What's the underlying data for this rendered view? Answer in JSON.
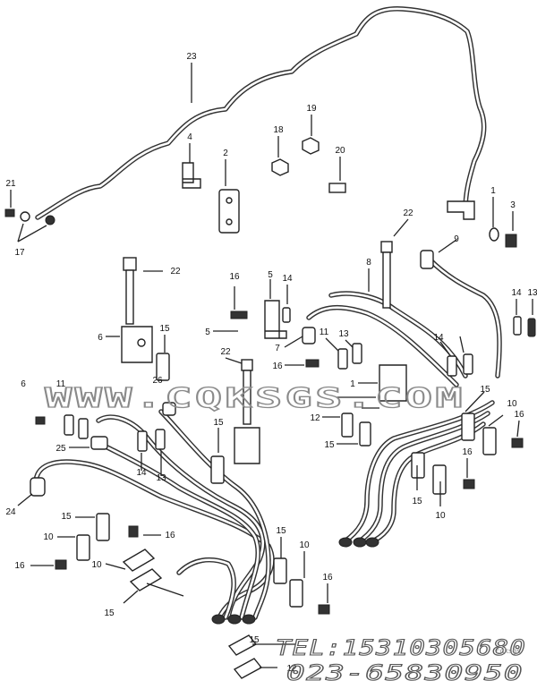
{
  "diagram": {
    "callouts": [
      {
        "id": "c21",
        "label": "21"
      },
      {
        "id": "c17",
        "label": "17"
      },
      {
        "id": "c23",
        "label": "23"
      },
      {
        "id": "c4",
        "label": "4"
      },
      {
        "id": "c2",
        "label": "2"
      },
      {
        "id": "c18",
        "label": "18"
      },
      {
        "id": "c19",
        "label": "19"
      },
      {
        "id": "c20",
        "label": "20"
      },
      {
        "id": "c1a",
        "label": "1"
      },
      {
        "id": "c3",
        "label": "3"
      },
      {
        "id": "c22a",
        "label": "22"
      },
      {
        "id": "c9",
        "label": "9"
      },
      {
        "id": "c22b",
        "label": "22"
      },
      {
        "id": "c16a",
        "label": "16"
      },
      {
        "id": "c5a",
        "label": "5"
      },
      {
        "id": "c14a",
        "label": "14"
      },
      {
        "id": "c8",
        "label": "8"
      },
      {
        "id": "c5b",
        "label": "5"
      },
      {
        "id": "c14b",
        "label": "14"
      },
      {
        "id": "c13a",
        "label": "13"
      },
      {
        "id": "c6a",
        "label": "6"
      },
      {
        "id": "c15a",
        "label": "15"
      },
      {
        "id": "c7",
        "label": "7"
      },
      {
        "id": "c11a",
        "label": "11"
      },
      {
        "id": "c13b",
        "label": "13"
      },
      {
        "id": "c14c",
        "label": "14"
      },
      {
        "id": "c22c",
        "label": "22"
      },
      {
        "id": "c16b",
        "label": "16"
      },
      {
        "id": "c26",
        "label": "26"
      },
      {
        "id": "c6b",
        "label": "6"
      },
      {
        "id": "c11b",
        "label": "11"
      },
      {
        "id": "c1b",
        "label": "1"
      },
      {
        "id": "c15b",
        "label": "15"
      },
      {
        "id": "c10a",
        "label": "10"
      },
      {
        "id": "c16c",
        "label": "16"
      },
      {
        "id": "c12a",
        "label": "12"
      },
      {
        "id": "c15c",
        "label": "15"
      },
      {
        "id": "c25",
        "label": "25"
      },
      {
        "id": "c15d",
        "label": "15"
      },
      {
        "id": "c14d",
        "label": "14"
      },
      {
        "id": "c13c",
        "label": "13"
      },
      {
        "id": "c16d",
        "label": "16"
      },
      {
        "id": "c24",
        "label": "24"
      },
      {
        "id": "c15e",
        "label": "15"
      },
      {
        "id": "c10b",
        "label": "10"
      },
      {
        "id": "c15f",
        "label": "15"
      },
      {
        "id": "c16e",
        "label": "16"
      },
      {
        "id": "c10c",
        "label": "10"
      },
      {
        "id": "c16f",
        "label": "16"
      },
      {
        "id": "c10d",
        "label": "10"
      },
      {
        "id": "c15g",
        "label": "15"
      },
      {
        "id": "c15h",
        "label": "15"
      },
      {
        "id": "c10e",
        "label": "10"
      },
      {
        "id": "c16g",
        "label": "16"
      },
      {
        "id": "c12b",
        "label": "12"
      },
      {
        "id": "c15i",
        "label": "15"
      }
    ]
  },
  "watermark": {
    "site": "WWW.CQKSGS.COM",
    "phone": "TEL:15310305680",
    "phone2": "023-65830950",
    "logo_text": "cqksgs"
  }
}
